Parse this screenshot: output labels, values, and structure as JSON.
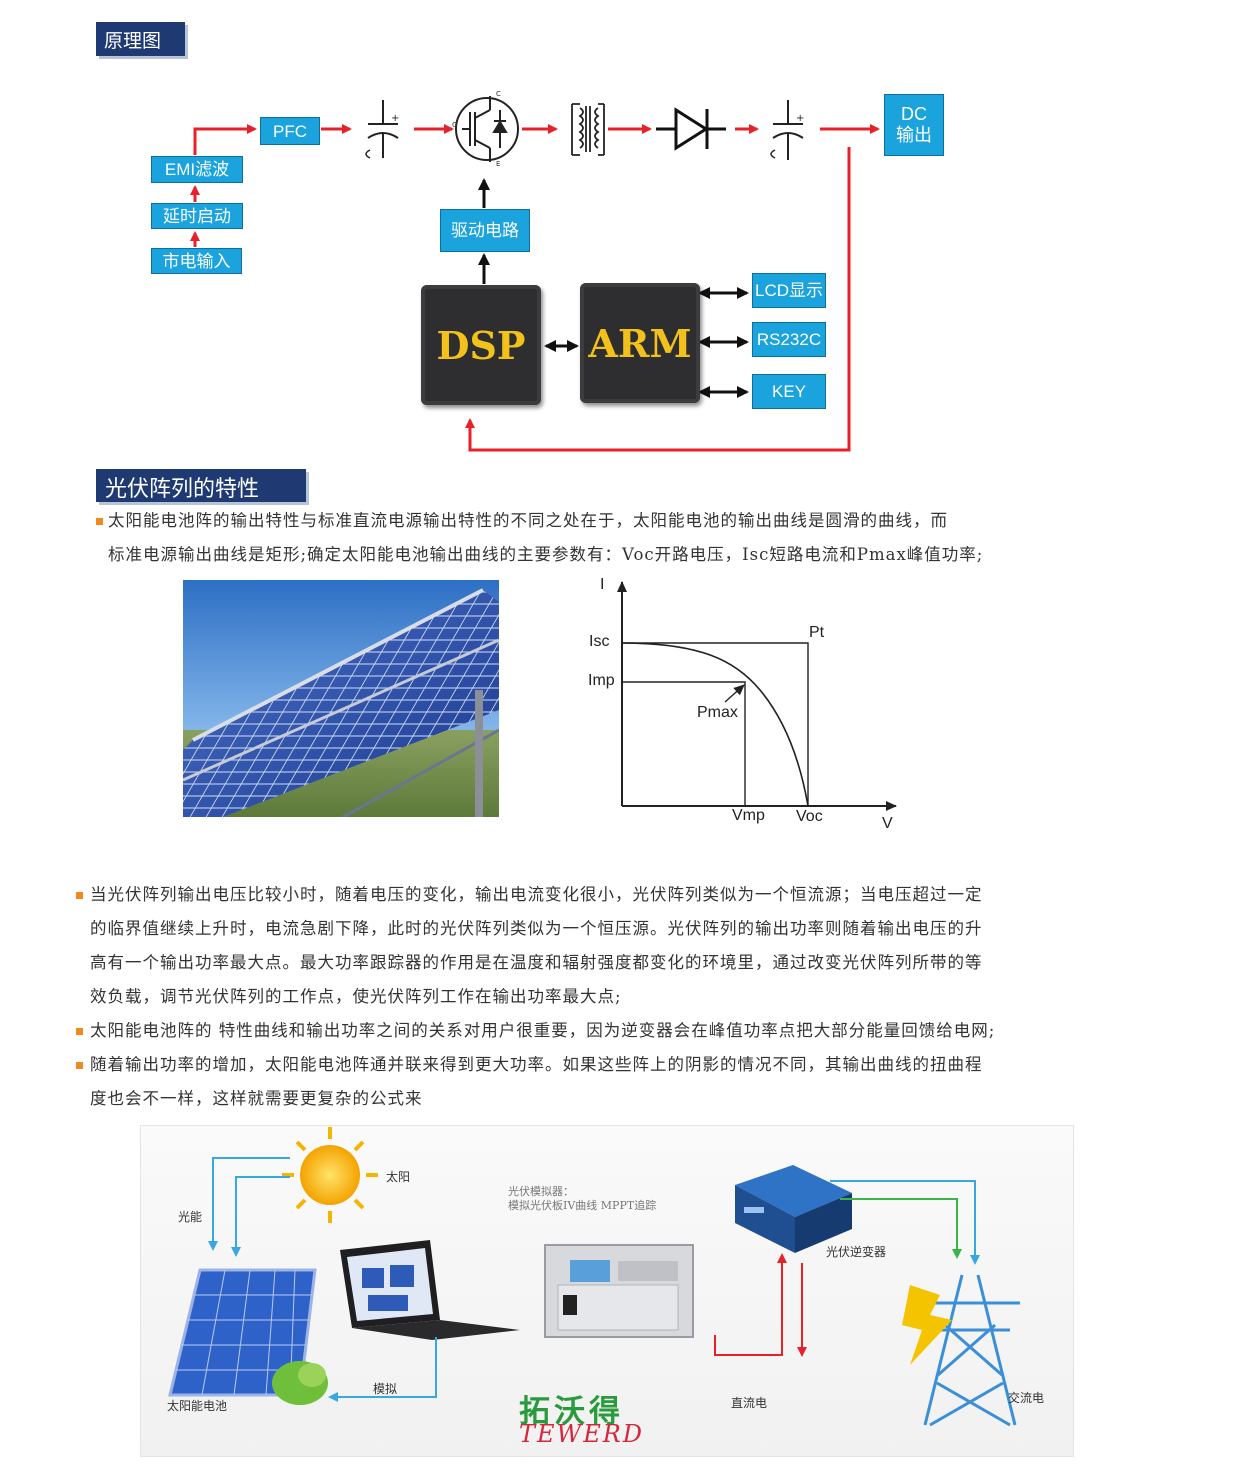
{
  "sections": {
    "principle_title": "原理图",
    "pv_title": "光伏阵列的特性"
  },
  "block_diagram": {
    "emi": "EMI滤波",
    "delay": "延时启动",
    "mains": "市电输入",
    "pfc": "PFC",
    "driver": "驱动电路",
    "dc_out_line1": "DC",
    "dc_out_line2": "输出",
    "dsp": "DSP",
    "arm": "ARM",
    "lcd": "LCD显示",
    "rs232": "RS232C",
    "key": "KEY",
    "igbt_c": "C",
    "igbt_g": "G",
    "igbt_e": "E"
  },
  "intro": {
    "line1": "太阳能电池阵的输出特性与标准直流电源输出特性的不同之处在于，太阳能电池的输出曲线是圆滑的曲线，而",
    "line2": "标准电源输出曲线是矩形;确定太阳能电池输出曲线的主要参数有：Voc开路电压，Isc短路电流和Pmax峰值功率;"
  },
  "iv_curve": {
    "axis_i": "I",
    "axis_v": "V",
    "isc": "Isc",
    "imp": "Imp",
    "pt": "Pt",
    "pmax": "Pmax",
    "vmp": "Vmp",
    "voc": "Voc"
  },
  "body": {
    "p1_line1": "当光伏阵列输出电压比较小时，随着电压的变化，输出电流变化很小，光伏阵列类似为一个恒流源；当电压超过一定",
    "p1_line2": "的临界值继续上升时，电流急剧下降，此时的光伏阵列类似为一个恒压源。光伏阵列的输出功率则随着输出电压的升",
    "p1_line3": "高有一个输出功率最大点。最大功率跟踪器的作用是在温度和辐射强度都变化的环境里，通过改变光伏阵列所带的等",
    "p1_line4": "效负载，调节光伏阵列的工作点，使光伏阵列工作在输出功率最大点;",
    "p2_line1": "太阳能电池阵的   特性曲线和输出功率之间的关系对用户很重要，因为逆变器会在峰值功率点把大部分能量回馈给电网;",
    "p3_line1": "随着输出功率的增加，太阳能电池阵通并联来得到更大功率。如果这些阵上的阴影的情况不同，其输出曲线的扭曲程",
    "p3_line2": "度也会不一样，这样就需要更复杂的公式来"
  },
  "system": {
    "sun": "太阳",
    "light": "光能",
    "solar_cell": "太阳能电池",
    "simulate": "模拟",
    "simulator_line1": "光伏模拟器：",
    "simulator_line2": "模拟光伏板IV曲线 MPPT追踪",
    "inverter": "光伏逆变器",
    "dc": "直流电",
    "ac": "交流电",
    "brand_cn": "拓沃得",
    "brand_en": "TEWERD"
  },
  "colors": {
    "header_bg": "#1f3a73",
    "box_blue": "#1aa3dc",
    "arrow_red": "#e8202a",
    "chip_text": "#f3c11b",
    "bullet": "#f08a1e",
    "light_blue_arrow": "#3aa8e0",
    "green_arrow": "#3cb44b"
  }
}
